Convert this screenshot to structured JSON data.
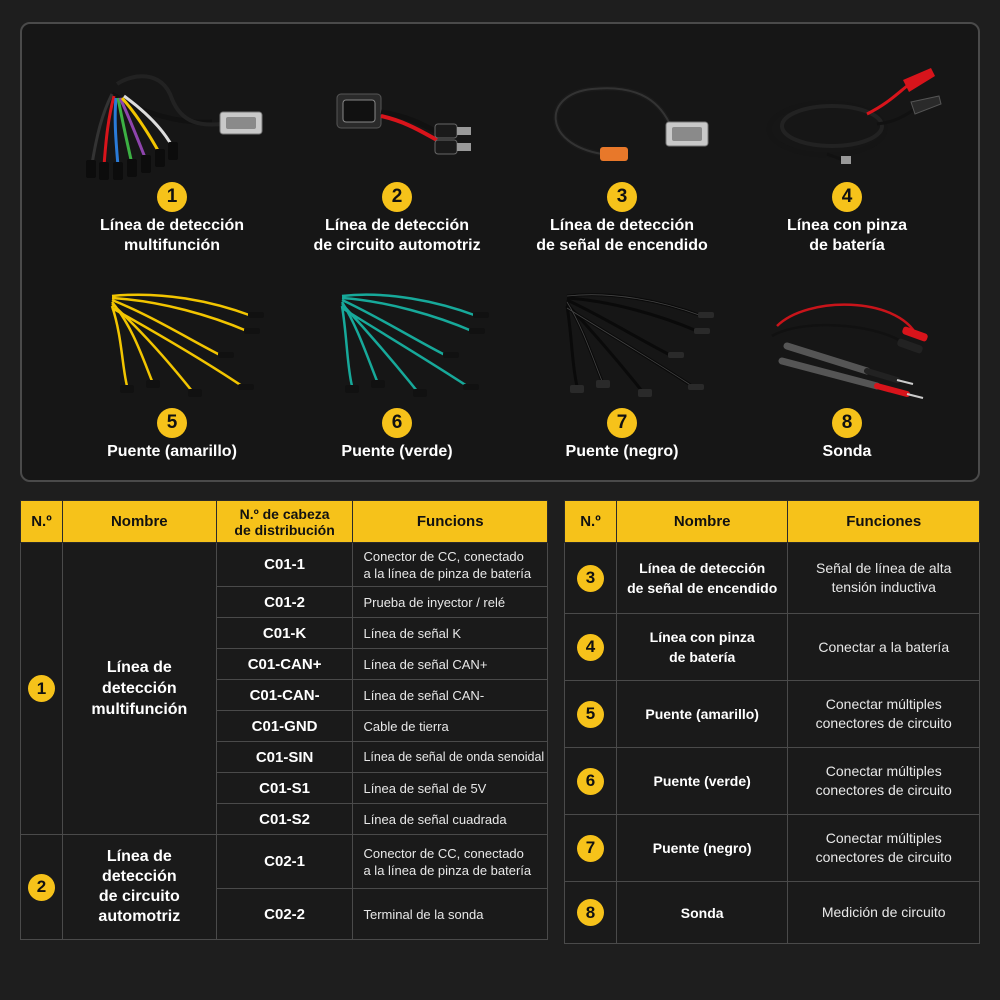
{
  "products": [
    {
      "number": "1",
      "name": "Línea de detección\nmultifunción",
      "icon": "multifunction-cable"
    },
    {
      "number": "2",
      "name": "Línea de detección\nde circuito automotriz",
      "icon": "automotive-circuit-cable"
    },
    {
      "number": "3",
      "name": "Línea de detección\nde señal de encendido",
      "icon": "ignition-signal-cable"
    },
    {
      "number": "4",
      "name": "Línea con pinza\nde batería",
      "icon": "battery-clamp-cable"
    },
    {
      "number": "5",
      "name": "Puente (amarillo)",
      "icon": "yellow-jumper"
    },
    {
      "number": "6",
      "name": "Puente (verde)",
      "icon": "green-jumper"
    },
    {
      "number": "7",
      "name": "Puente (negro)",
      "icon": "black-jumper"
    },
    {
      "number": "8",
      "name": "Sonda",
      "icon": "probe"
    }
  ],
  "left_table": {
    "headers": {
      "no": "N.º",
      "name": "Nombre",
      "head": "N.º de cabeza\nde distribución",
      "func": "Funcions"
    },
    "groups": [
      {
        "number": "1",
        "name": "Línea de\ndetección\nmultifunción",
        "rows": [
          {
            "code": "C01-1",
            "func": "Conector de CC, conectado\na la línea de pinza de batería"
          },
          {
            "code": "C01-2",
            "func": "Prueba de inyector / relé"
          },
          {
            "code": "C01-K",
            "func": "Línea de señal K"
          },
          {
            "code": "C01-CAN+",
            "func": "Línea de señal CAN+"
          },
          {
            "code": "C01-CAN-",
            "func": "Línea de señal CAN-"
          },
          {
            "code": "C01-GND",
            "func": "Cable de tierra"
          },
          {
            "code": "C01-SIN",
            "func": "Línea de señal de onda senoidal"
          },
          {
            "code": "C01-S1",
            "func": "Línea de señal de 5V"
          },
          {
            "code": "C01-S2",
            "func": "Línea de señal cuadrada"
          }
        ]
      },
      {
        "number": "2",
        "name": "Línea de\ndetección\nde circuito\nautomotriz",
        "rows": [
          {
            "code": "C02-1",
            "func": "Conector de CC, conectado\na la línea de pinza de batería"
          },
          {
            "code": "C02-2",
            "func": "Terminal de la sonda"
          }
        ]
      }
    ]
  },
  "right_table": {
    "headers": {
      "no": "N.º",
      "name": "Nombre",
      "func": "Funciones"
    },
    "rows": [
      {
        "number": "3",
        "name": "Línea de detección\nde señal de encendido",
        "func": "Señal de línea de alta\ntensión inductiva"
      },
      {
        "number": "4",
        "name": "Línea con pinza\nde batería",
        "func": "Conectar a la batería"
      },
      {
        "number": "5",
        "name": "Puente (amarillo)",
        "func": "Conectar múltiples\nconectores de circuito"
      },
      {
        "number": "6",
        "name": "Puente (verde)",
        "func": "Conectar múltiples\nconectores de circuito"
      },
      {
        "number": "7",
        "name": "Puente (negro)",
        "func": "Conectar múltiples\nconectores de circuito"
      },
      {
        "number": "8",
        "name": "Sonda",
        "func": "Medición de circuito"
      }
    ]
  },
  "colors": {
    "accent": "#f6c21a",
    "panel": "#161616",
    "border": "#4a4a4a",
    "yellow_wire": "#f2c500",
    "green_wire": "#17a99a",
    "red_wire": "#d8141b"
  }
}
